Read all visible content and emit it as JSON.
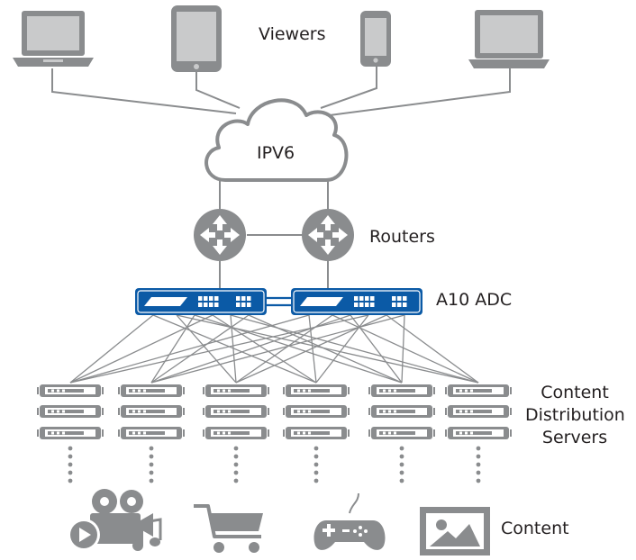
{
  "labels": {
    "viewers": "Viewers",
    "cloud": "IPV6",
    "routers": "Routers",
    "adc": "A10 ADC",
    "cds_line1": "Content",
    "cds_line2": "Distribution",
    "cds_line3": "Servers",
    "content": "Content"
  },
  "viewer_devices": [
    "laptop-icon",
    "tablet-icon",
    "phone-icon",
    "monitor-icon"
  ],
  "content_icons": [
    "video-music-icon",
    "shopping-cart-icon",
    "gamepad-icon",
    "image-icon"
  ],
  "colors": {
    "device_gray": "#8a8c8e",
    "screen_gray": "#c9cacb",
    "line_gray": "#8a8c8e",
    "adc_blue": "#0b5aa6",
    "text": "#231f20"
  }
}
